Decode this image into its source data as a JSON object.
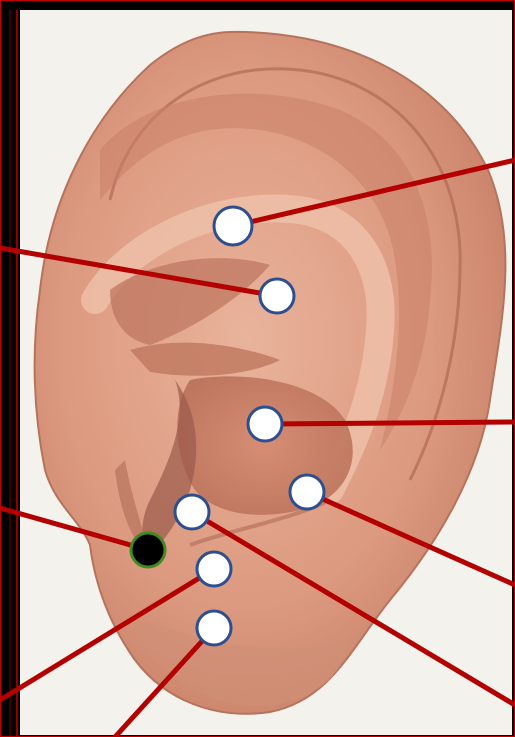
{
  "diagram": {
    "colors": {
      "background": "#000000",
      "image_panel": "#f3f2ec",
      "ear_outer": "#e2a58c",
      "ear_mid": "#d58c73",
      "ear_shadow": "#b7705c",
      "ear_deep": "#9a5a4a",
      "leader_line": "#b30000",
      "point_fill": "#ffffff",
      "point_stroke": "#2d4f8f",
      "special_fill": "#000000",
      "special_stroke": "#3e8b1e",
      "frame": "#c00000"
    },
    "points": [
      {
        "id": "upper-hollow",
        "kind": "standard"
      },
      {
        "id": "upper-fold",
        "kind": "standard"
      },
      {
        "id": "concha-upper",
        "kind": "standard"
      },
      {
        "id": "concha-lower",
        "kind": "standard"
      },
      {
        "id": "antitragus",
        "kind": "standard"
      },
      {
        "id": "intertragic-notch",
        "kind": "special"
      },
      {
        "id": "lobe-upper",
        "kind": "standard"
      },
      {
        "id": "lobe-lower",
        "kind": "standard"
      }
    ]
  }
}
